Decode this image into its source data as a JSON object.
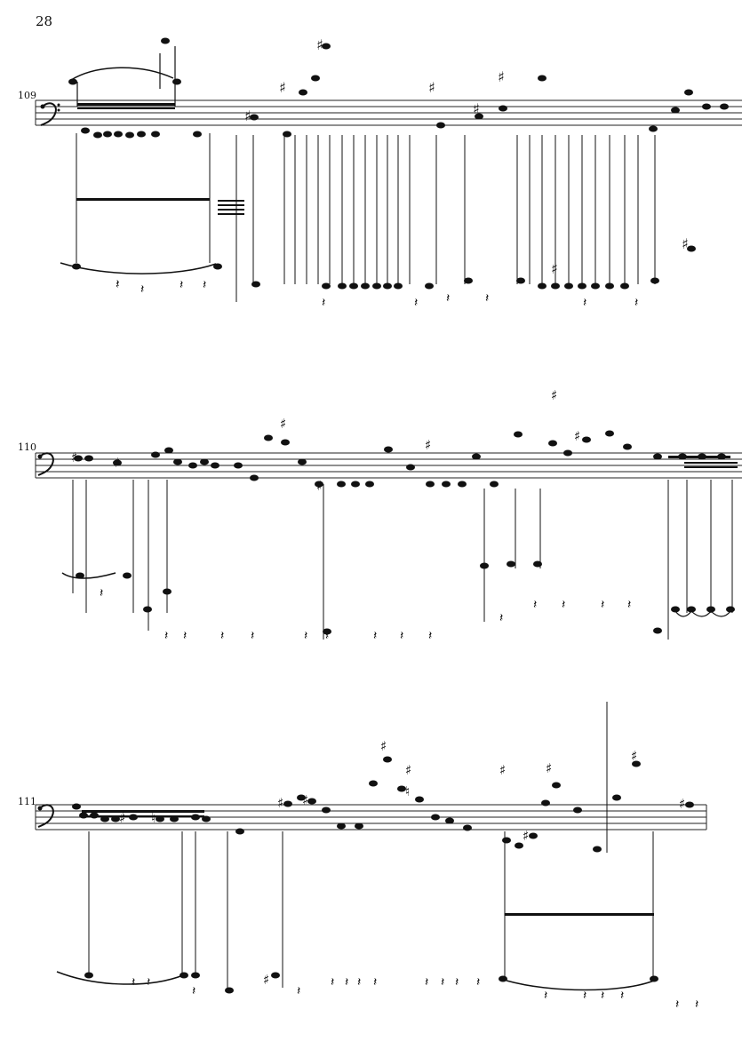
{
  "page": {
    "number": "28"
  },
  "systems": [
    {
      "measure_number": "109"
    },
    {
      "measure_number": "110"
    },
    {
      "measure_number": "111"
    }
  ],
  "icons": {
    "clef": "bass-clef-icon",
    "rest": "quarter-rest-icon",
    "sharp": "sharp-icon",
    "natural": "natural-icon"
  }
}
